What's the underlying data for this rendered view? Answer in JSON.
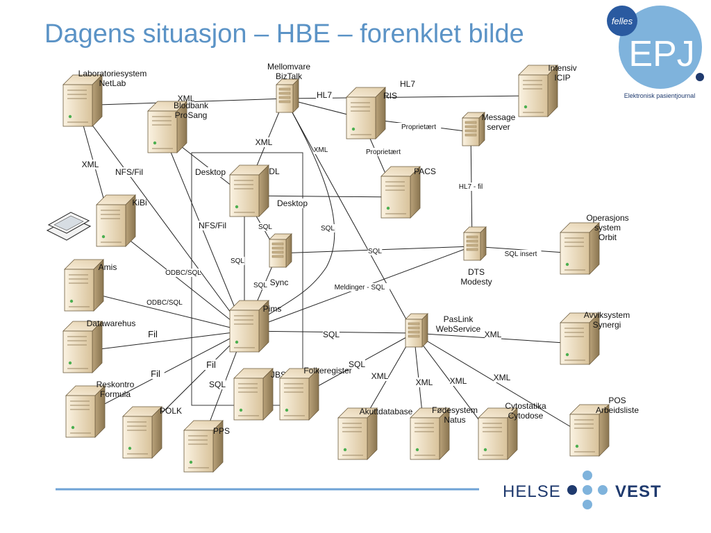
{
  "title": "Dagens situasjon – HBE – forenklet bilde",
  "logo_top": {
    "small_text": "felles",
    "big_text": "EPJ",
    "subtitle": "Elektronisk pasientjournal",
    "circle_color": "#7fb3dc"
  },
  "logo_bottom": {
    "left_text": "HELSE",
    "right_text": "VEST",
    "text_color": "#1f3a6e",
    "dot_dark": "#1f3a6e",
    "dot_light": "#7fb3dc"
  },
  "colors": {
    "server_light": "#f5e9d2",
    "server_mid": "#d9c49f",
    "server_dark": "#8f7a55",
    "line": "#222222",
    "accent_line": "#6fa3d6"
  },
  "nodes": [
    {
      "id": "netlab",
      "label": [
        "Laboratoriesystem",
        "NetLab"
      ],
      "type": "server"
    },
    {
      "id": "biztalk",
      "label": [
        "Mellomvare",
        "BizTalk"
      ],
      "type": "tower"
    },
    {
      "id": "icip",
      "label": [
        "Intensiv",
        "ICIP"
      ],
      "type": "server"
    },
    {
      "id": "prosang",
      "label": [
        "Blodbank",
        "ProSang"
      ],
      "type": "server"
    },
    {
      "id": "ris",
      "label": [
        "RIS"
      ],
      "type": "server"
    },
    {
      "id": "msgserver",
      "label": [
        "Message",
        "server"
      ],
      "type": "tower"
    },
    {
      "id": "dl",
      "label": [
        "DL"
      ],
      "type": "server"
    },
    {
      "id": "pacs",
      "label": [
        "PACS"
      ],
      "type": "server"
    },
    {
      "id": "scanner",
      "label": [],
      "type": "scanner"
    },
    {
      "id": "kibi",
      "label": [
        "KiBi"
      ],
      "type": "server"
    },
    {
      "id": "sync",
      "label": [
        "Sync"
      ],
      "type": "tower"
    },
    {
      "id": "dts",
      "label": [
        "DTS",
        "Modesty"
      ],
      "type": "tower"
    },
    {
      "id": "orbit",
      "label": [
        "Operasjons",
        "system",
        "Orbit"
      ],
      "type": "server"
    },
    {
      "id": "amis",
      "label": [
        "Amis"
      ],
      "type": "server"
    },
    {
      "id": "pims",
      "label": [
        "Pims"
      ],
      "type": "server"
    },
    {
      "id": "paslink",
      "label": [
        "PasLink",
        "WebService"
      ],
      "type": "tower"
    },
    {
      "id": "synergi",
      "label": [
        "Avviksystem",
        "Synergi"
      ],
      "type": "server"
    },
    {
      "id": "datawarehus",
      "label": [
        "Datawarehus"
      ],
      "type": "server"
    },
    {
      "id": "jbs",
      "label": [
        "JBS"
      ],
      "type": "server"
    },
    {
      "id": "folkeregister",
      "label": [
        "Folkeregister"
      ],
      "type": "server"
    },
    {
      "id": "formula",
      "label": [
        "Reskontro",
        "Formula"
      ],
      "type": "server"
    },
    {
      "id": "polk",
      "label": [
        "POLK"
      ],
      "type": "server"
    },
    {
      "id": "pps",
      "label": [
        "PPS"
      ],
      "type": "server"
    },
    {
      "id": "akuttdatabase",
      "label": [
        "Akuttdatabase"
      ],
      "type": "server"
    },
    {
      "id": "natus",
      "label": [
        "Fødesystem",
        "Natus"
      ],
      "type": "server"
    },
    {
      "id": "cytodose",
      "label": [
        "Cytostatika",
        "Cytodose"
      ],
      "type": "server"
    },
    {
      "id": "pos",
      "label": [
        "POS",
        "Arbeidsliste"
      ],
      "type": "server"
    }
  ],
  "edges": [
    {
      "from": "netlab",
      "to": "biztalk",
      "label": "XML"
    },
    {
      "from": "biztalk",
      "to": "icip",
      "label": "HL7"
    },
    {
      "from": "biztalk",
      "to": "ris",
      "label": "HL7"
    },
    {
      "from": "biztalk",
      "to": "dl",
      "label": "XML"
    },
    {
      "from": "biztalk",
      "to": "pims",
      "label": "SQL"
    },
    {
      "from": "biztalk",
      "to": "paslink",
      "label": "XML"
    },
    {
      "from": "ris",
      "to": "msgserver",
      "label": "Proprietært"
    },
    {
      "from": "ris",
      "to": "pacs",
      "label": "Proprietært"
    },
    {
      "from": "msgserver",
      "to": "dts",
      "label": "HL7 - fil"
    },
    {
      "from": "netlab",
      "to": "kibi",
      "label": "XML"
    },
    {
      "from": "netlab",
      "to": "pims",
      "label": "NFS/Fil"
    },
    {
      "from": "prosang",
      "to": "dl",
      "label": "Desktop"
    },
    {
      "from": "prosang",
      "to": "pims",
      "label": "NFS/Fil"
    },
    {
      "from": "dl",
      "to": "pacs",
      "label": "Desktop"
    },
    {
      "from": "dl",
      "to": "sync",
      "label": "SQL"
    },
    {
      "from": "dl",
      "to": "pims",
      "label": "SQL"
    },
    {
      "from": "sync",
      "to": "pims",
      "label": "SQL"
    },
    {
      "from": "sync",
      "to": "dts",
      "label": "SQL"
    },
    {
      "from": "dts",
      "to": "pims",
      "label": "Meldinger - SQL"
    },
    {
      "from": "dts",
      "to": "orbit",
      "label": "SQL insert"
    },
    {
      "from": "kibi",
      "to": "pims",
      "label": "ODBC/SQL"
    },
    {
      "from": "amis",
      "to": "pims",
      "label": "ODBC/SQL"
    },
    {
      "from": "datawarehus",
      "to": "pims",
      "label": "Fil"
    },
    {
      "from": "formula",
      "to": "pims",
      "label": "Fil"
    },
    {
      "from": "polk",
      "to": "pims",
      "label": "Fil"
    },
    {
      "from": "pps",
      "to": "pims",
      "label": "SQL"
    },
    {
      "from": "pims",
      "to": "paslink",
      "label": "SQL"
    },
    {
      "from": "folkeregister",
      "to": "paslink",
      "label": "SQL"
    },
    {
      "from": "paslink",
      "to": "synergi",
      "label": "XML"
    },
    {
      "from": "paslink",
      "to": "akuttdatabase",
      "label": "XML"
    },
    {
      "from": "paslink",
      "to": "natus",
      "label": "XML"
    },
    {
      "from": "paslink",
      "to": "cytodose",
      "label": "XML"
    },
    {
      "from": "paslink",
      "to": "pos",
      "label": "XML"
    }
  ]
}
